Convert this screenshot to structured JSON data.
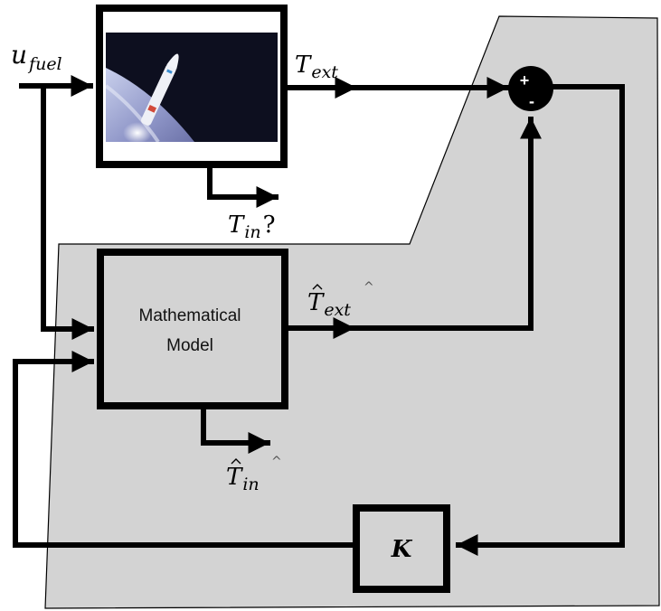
{
  "colors": {
    "observer_fill": "#d3d3d3",
    "line": "#000000",
    "background": "#ffffff",
    "space": "#0d0f1f"
  },
  "labels": {
    "u_fuel": {
      "base": "u",
      "sub": "fuel"
    },
    "T_ext": {
      "base": "T",
      "sub": "ext"
    },
    "T_in_q": {
      "base": "T",
      "sub": "in",
      "suffix": "?"
    },
    "T_ext_hat": {
      "base": "T",
      "hat": "^",
      "sub": "ext"
    },
    "T_in_hat": {
      "base": "T",
      "hat": "^",
      "sub": "in"
    }
  },
  "blocks": {
    "plant": {
      "image": "rocket-launch-image"
    },
    "model": {
      "line1": "Mathematical",
      "line2": "Model"
    },
    "gain": {
      "label": "K"
    }
  },
  "summing_junction": {
    "plus": "+",
    "minus": "-"
  }
}
